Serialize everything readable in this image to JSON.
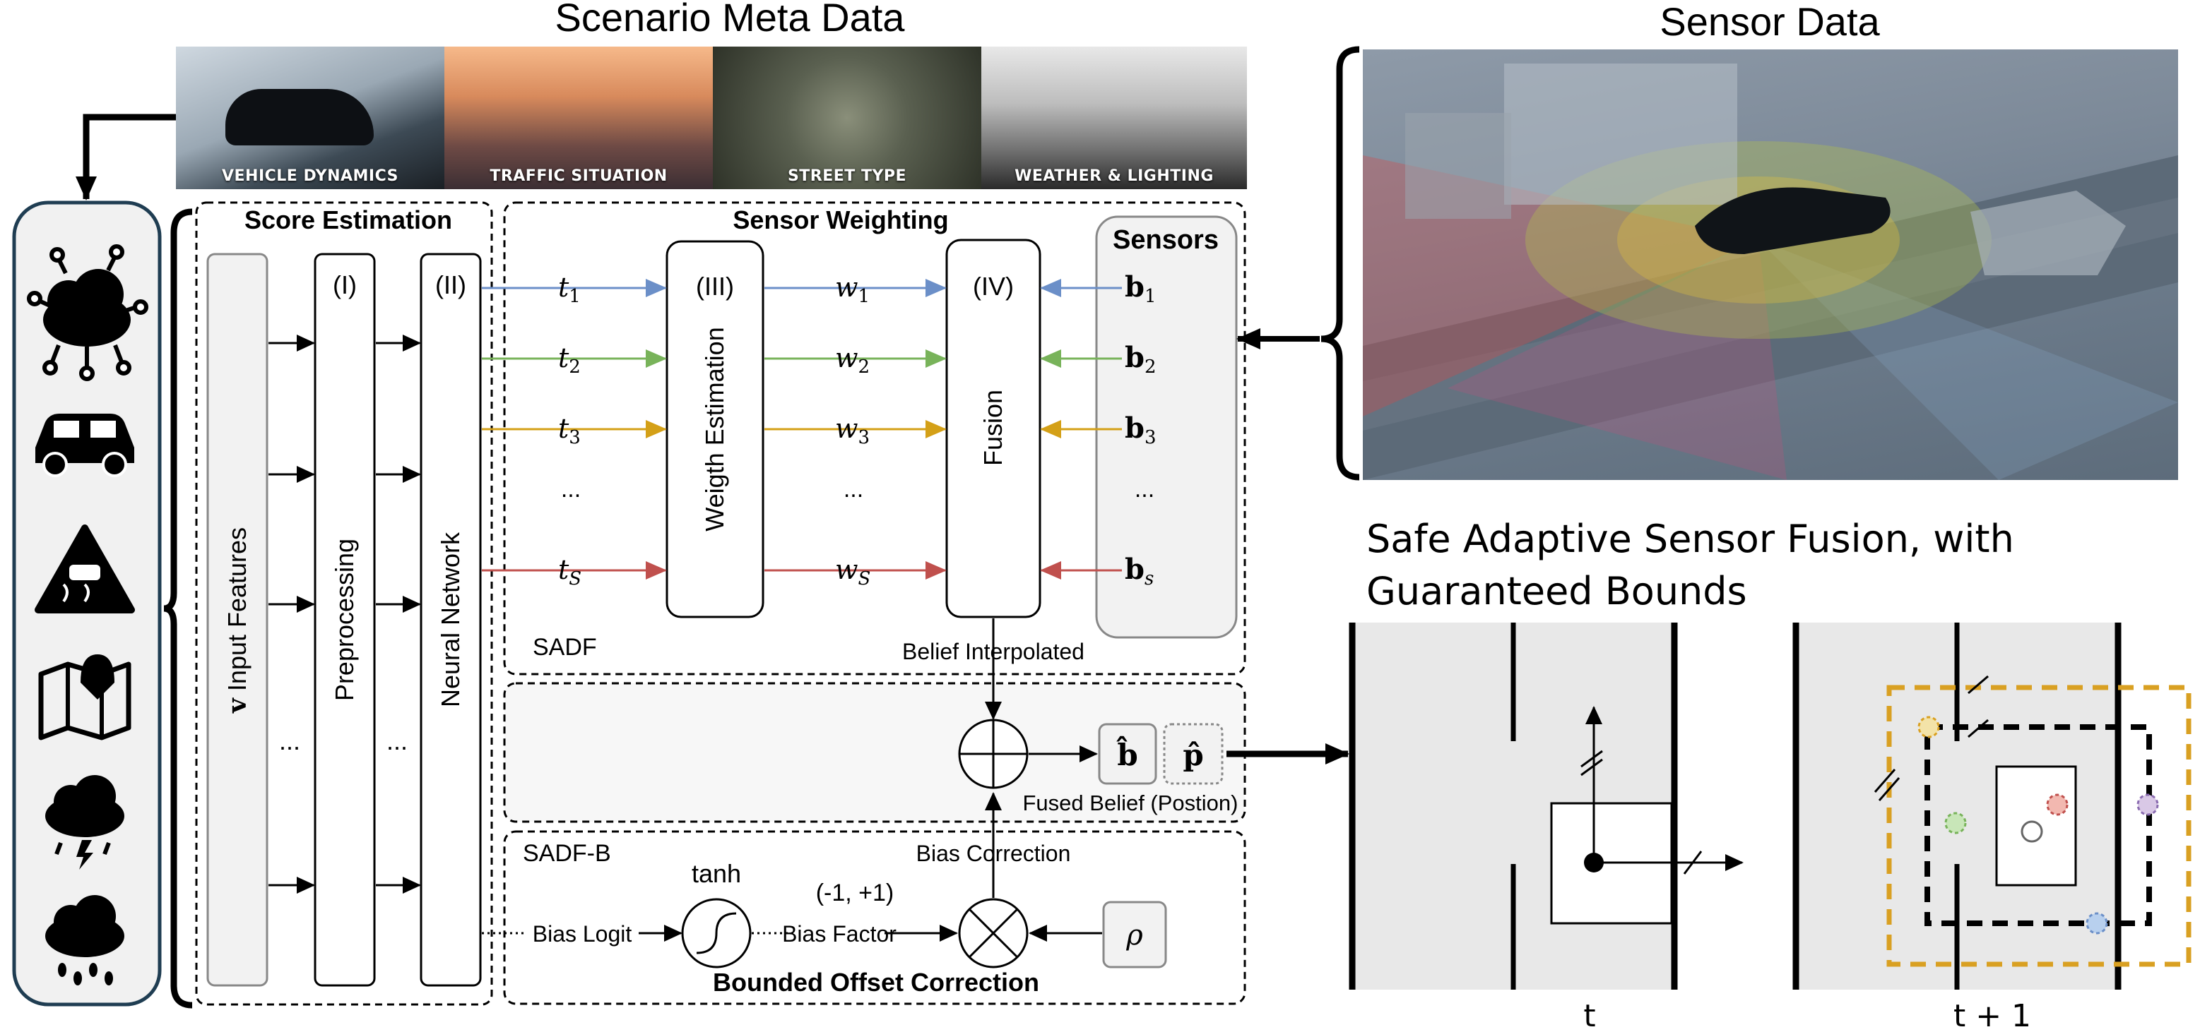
{
  "titles": {
    "scenario_meta": "Scenario Meta Data",
    "sensor_data": "Sensor Data",
    "safe_line1": "Safe Adaptive Sensor Fusion, with",
    "safe_line2": "Guaranteed Bounds"
  },
  "photos": [
    {
      "label": "VEHICLE DYNAMICS"
    },
    {
      "label": "TRAFFIC SITUATION"
    },
    {
      "label": "STREET TYPE"
    },
    {
      "label": "WEATHER & LIGHTING"
    }
  ],
  "score": {
    "title": "Score Estimation",
    "input_symbol": "v",
    "input_label": " Input Features",
    "preprocessing_marker": "(I)",
    "preprocessing_label": "Preprocessing",
    "nn_marker": "(II)",
    "nn_label": "Neural Network",
    "dots": "..."
  },
  "weighting": {
    "title": "Sensor Weighting",
    "weight_marker": "(III)",
    "weight_label": "Weigth Estimation",
    "fusion_marker": "(IV)",
    "fusion_label": "Fusion",
    "sensors_title": "Sensors",
    "t_base": "t",
    "t_subs": [
      "1",
      "2",
      "3",
      "S"
    ],
    "w_base": "w",
    "w_subs": [
      "1",
      "2",
      "3",
      "S"
    ],
    "b_base": "b",
    "b_subs": [
      "1",
      "2",
      "3",
      "s"
    ],
    "dots": "...",
    "sadf": "SADF",
    "belief_interpolated": "Belief Interpolated"
  },
  "fusion": {
    "b_hat": "b̂",
    "p_hat": "p̂",
    "fused_belief": "Fused Belief (Postion)"
  },
  "sadfb": {
    "label": "SADF-B",
    "tanh": "tanh",
    "range": "(-1, +1)",
    "bias_correction": "Bias Correction",
    "bias_logit": "Bias Logit",
    "bias_factor": "Bias Factor",
    "rho": "ρ",
    "bounded": "Bounded Offset Correction"
  },
  "time": {
    "t": "t",
    "t1": "t + 1"
  },
  "colors": {
    "blue": "#6b8fc8",
    "green": "#78b35a",
    "yellow": "#d4a017",
    "red": "#c0504d",
    "panel_border": "#1f3d52",
    "orange_box": "#d9a022"
  },
  "icons": [
    "cloud-network-icon",
    "car-icon",
    "slippery-road-icon",
    "map-pin-icon",
    "thunderstorm-icon",
    "rain-icon"
  ]
}
